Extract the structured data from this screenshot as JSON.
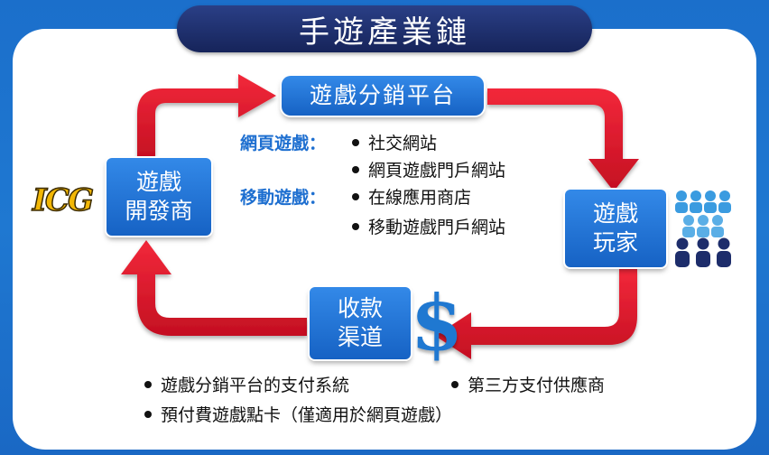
{
  "title": "手遊產業鏈",
  "nodes": {
    "platform": "遊戲分銷平台",
    "developer": [
      "遊戲",
      "開發商"
    ],
    "player": [
      "遊戲",
      "玩家"
    ],
    "payment": [
      "收款",
      "渠道"
    ]
  },
  "platform_categories": {
    "web": {
      "label": "網頁遊戲：",
      "items": [
        "社交網站",
        "網頁遊戲門戶網站"
      ]
    },
    "mobile": {
      "label": "移動遊戲：",
      "items": [
        "在線應用商店",
        "移動遊戲門戶網站"
      ]
    }
  },
  "payment_channels": [
    "遊戲分銷平台的支付系統",
    "第三方支付供應商",
    "預付費遊戲點卡（僅適用於網頁遊戲）"
  ],
  "logo_text": "ICG",
  "currency_symbol": "$",
  "colors": {
    "frame_blue": "#1f78d1",
    "title_navy": "#1d2d6b",
    "node_blue": "#2275d6",
    "arrow_red": "#e0182d",
    "category_blue": "#1e6fd0"
  },
  "icons": {
    "logo": "icg-logo",
    "players": "people-group-icon",
    "payment": "dollar-icon"
  }
}
